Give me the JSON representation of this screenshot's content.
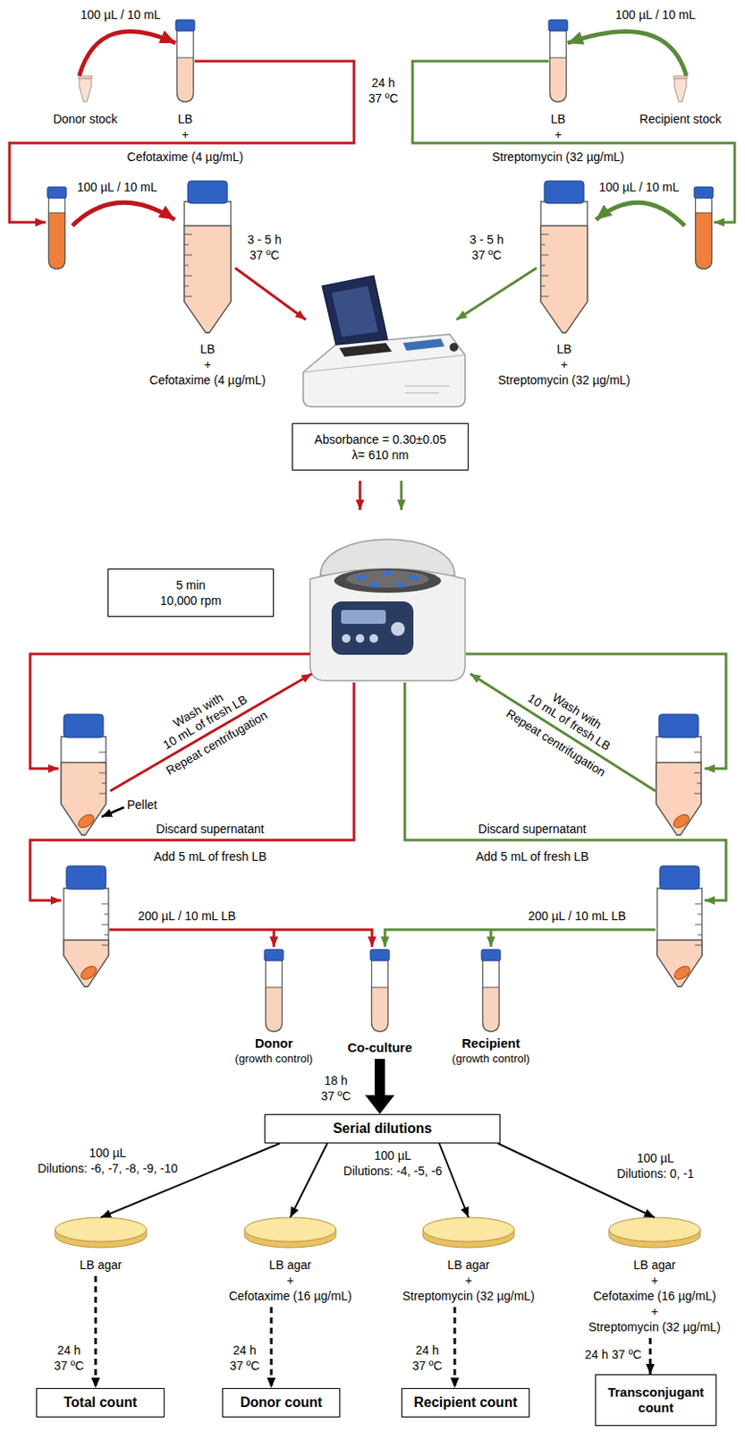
{
  "diagram": {
    "nodes": [
      {
        "text": [
          "Donor stock"
        ]
      },
      {
        "text": [
          "LB"
        ]
      },
      {
        "text": [
          "LB"
        ]
      },
      {
        "text": [
          "Recipient stock"
        ]
      },
      {
        "text": [
          "LB",
          "+",
          "Cefotaxime (4 µg/mL)"
        ]
      },
      {
        "text": [
          "LB",
          "+",
          "Streptomycin (32 µg/mL)"
        ]
      },
      {
        "text": [
          "Absorbance = 0.30±0.05",
          "λ= 610 nm"
        ]
      },
      {
        "text": [
          "5 min",
          "10,000 rpm"
        ]
      },
      {
        "text": [
          "Donor",
          "(growth control)"
        ]
      },
      {
        "text": [
          "Co-culture"
        ]
      },
      {
        "text": [
          "Recipient",
          "(growth control)"
        ]
      },
      {
        "text": [
          "Serial dilutions"
        ]
      },
      {
        "text": [
          "LB agar"
        ]
      },
      {
        "text": [
          "LB agar",
          "+",
          "Cefotaxime (16 µg/mL)"
        ]
      },
      {
        "text": [
          "LB agar",
          "+",
          "Streptomycin (32 µg/mL)"
        ]
      },
      {
        "text": [
          "LB agar",
          "+",
          "Cefotaxime (16 µg/mL)",
          "+",
          "Streptomycin (32 µg/mL)"
        ]
      },
      {
        "text": [
          "Total count"
        ]
      },
      {
        "text": [
          "Donor count"
        ]
      },
      {
        "text": [
          "Recipient count"
        ]
      },
      {
        "text": [
          "Transconjugant count"
        ]
      }
    ],
    "edges": [
      {
        "from": 0,
        "to": 1,
        "arrow": "to"
      },
      {
        "from": 3,
        "to": 2,
        "arrow": "to"
      },
      {
        "from": 9,
        "to": 11,
        "arrow": "to"
      },
      {
        "from": 11,
        "to": 12,
        "arrow": "to"
      },
      {
        "from": 11,
        "to": 13,
        "arrow": "to"
      },
      {
        "from": 11,
        "to": 14,
        "arrow": "to"
      },
      {
        "from": 11,
        "to": 15,
        "arrow": "to"
      },
      {
        "from": 12,
        "to": 16,
        "arrow": "to"
      },
      {
        "from": 13,
        "to": 17,
        "arrow": "to"
      },
      {
        "from": 14,
        "to": 18,
        "arrow": "to"
      },
      {
        "from": 15,
        "to": 19,
        "arrow": "to"
      }
    ],
    "labels": [
      "100 µL / 10 mL",
      "100 µL / 10 mL",
      "24 h 37 ºC",
      "+",
      "Cefotaxime (4 µg/mL)",
      "+",
      "Streptomycin (32 µg/mL)",
      "100 µL / 10 mL",
      "3 - 5 h 37 ºC",
      "3 - 5 h 37 ºC",
      "100 µL / 10 mL",
      "Wash with",
      "10 mL of fresh LB",
      "Repeat centrifugation",
      "Pellet",
      "Wash with",
      "10 mL of fresh LB",
      "Repeat centrifugation",
      "Discard supernatant",
      "Add 5 mL of fresh LB",
      "Discard supernatant",
      "Add 5 mL of fresh LB",
      "200 µL / 10 mL LB",
      "200 µL / 10 mL LB",
      "18 h 37 ºC",
      "100 µL",
      "Dilutions: -6, -7, -8, -9, -10",
      "100 µL",
      "Dilutions: -4, -5, -6",
      "100 µL",
      "Dilutions: 0, -1",
      "24 h 37 ºC",
      "24 h 37 ºC",
      "24 h 37 ºC",
      "24 h 37 ºC"
    ]
  }
}
